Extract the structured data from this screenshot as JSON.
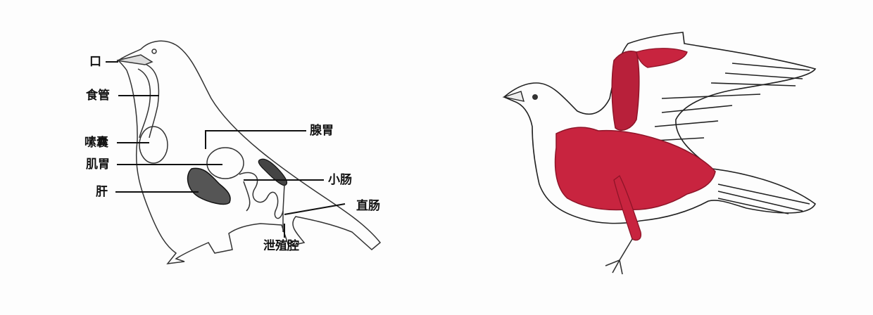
{
  "figure": {
    "left_diagram": {
      "description": "Bird digestive system outline",
      "labels": {
        "mouth": "口",
        "esophagus": "食管",
        "crop": "嗉囊",
        "gizzard": "肌胃",
        "liver": "肝",
        "proventriculus": "腺胃",
        "small_intestine": "小肠",
        "rectum": "直肠",
        "cloaca": "泄殖腔"
      }
    },
    "right_diagram": {
      "description": "Bird flight muscle anatomy (red muscles)",
      "colors": {
        "muscle": "#c8243f",
        "muscle_dark": "#8e1428",
        "outline": "#222222"
      }
    }
  }
}
